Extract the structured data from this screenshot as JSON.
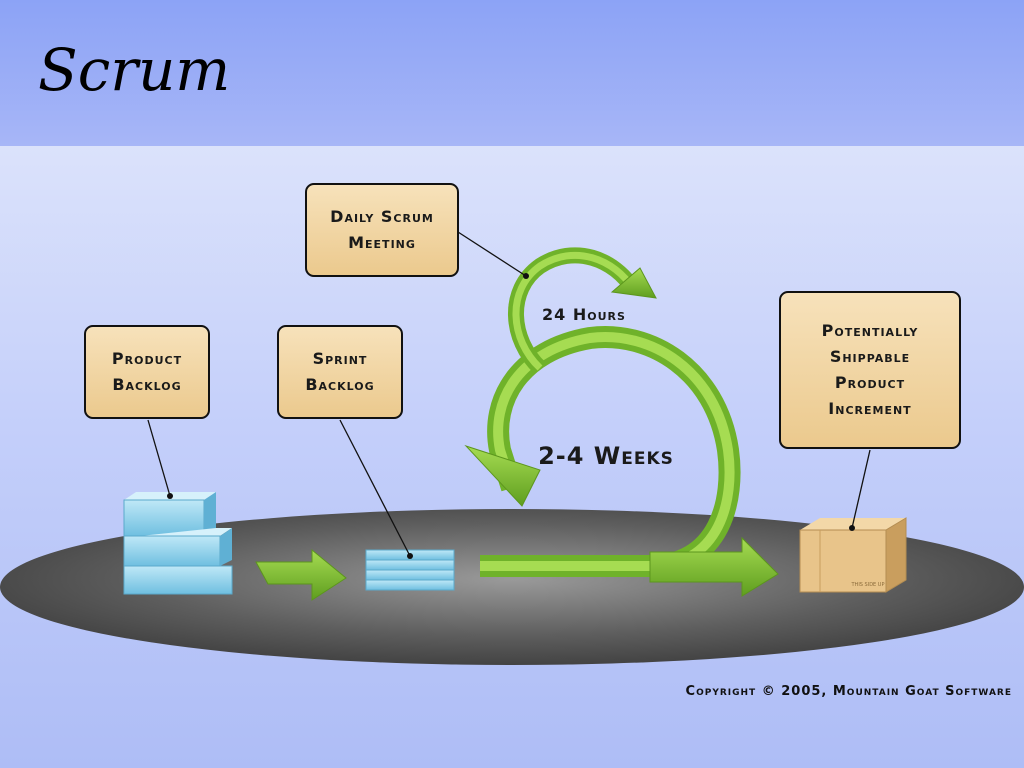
{
  "slide": {
    "title": "Scrum",
    "copyright": "Copyright © 2005, Mountain Goat Software"
  },
  "boxes": {
    "daily_scrum": [
      "Daily Scrum",
      "Meeting"
    ],
    "product_backlog": [
      "Product",
      "Backlog"
    ],
    "sprint_backlog": [
      "Sprint",
      "Backlog"
    ],
    "increment": [
      "Potentially",
      "Shippable",
      "Product",
      "Increment"
    ]
  },
  "labels": {
    "short_cycle": "24 Hours",
    "long_cycle": "2-4 Weeks",
    "box_stamp": "THIS SIDE UP"
  },
  "colors": {
    "callout_fill": "#f3d9a8",
    "arrow_green": "#7cc02f",
    "backlog_blue": "#8fd0ea",
    "platform_gray": "#555555",
    "package_tan": "#e8c48a"
  }
}
